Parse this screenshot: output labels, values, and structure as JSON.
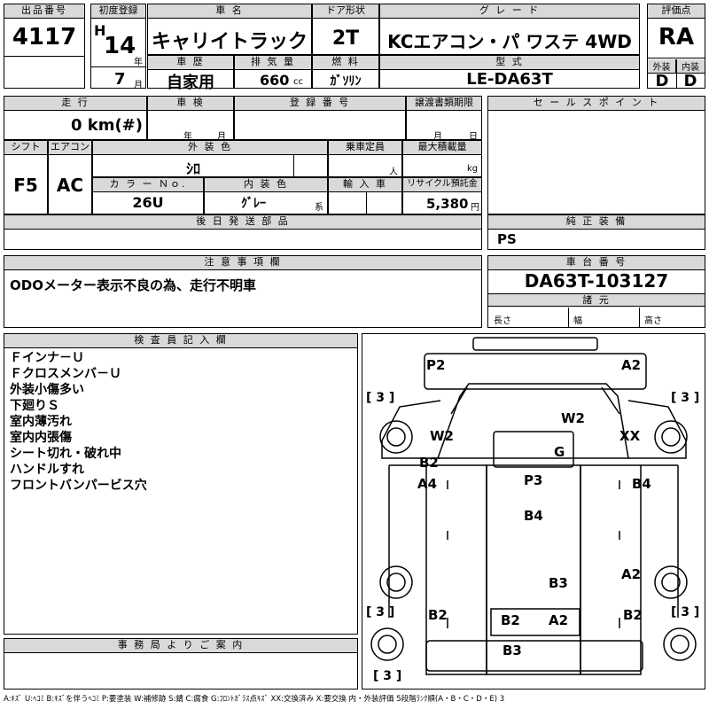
{
  "header": {
    "lot_label": "出品番号",
    "lot_no": "4117",
    "first_reg_label": "初度登録",
    "era": "H",
    "year": "14",
    "year_unit": "年",
    "month": "7",
    "month_unit": "月",
    "car_name_label": "車 名",
    "car_name": "キャリイトラック",
    "door_label": "ドア形状",
    "door": "2T",
    "grade_label": "グ レ ー ド",
    "grade": "KCエアコン・パ ワステ 4WD",
    "score_label": "評価点",
    "score": "RA",
    "history_label": "車 歴",
    "history": "自家用",
    "displacement_label": "排 気 量",
    "displacement": "660",
    "displacement_unit": "cc",
    "fuel_label": "燃 料",
    "fuel": "ｶﾞｿﾘﾝ",
    "model_label": "型 式",
    "model": "LE-DA63T",
    "ext_label": "外装",
    "ext": "D",
    "int_label": "内装",
    "int": "D"
  },
  "row2": {
    "mileage_label": "走 行",
    "mileage": "0 km(#)",
    "inspection_label": "車 検",
    "insp_year": "年",
    "insp_month": "月",
    "reg_label": "登 録 番 号",
    "transfer_label": "譲渡書類期限",
    "tr_month": "月",
    "tr_day": "日",
    "shift_label": "シフト",
    "shift": "F5",
    "ac_label": "エアコン",
    "ac": "AC",
    "color_label": "外 装 色",
    "color": "ｼﾛ",
    "capacity_label": "乗車定員",
    "capacity_unit": "人",
    "load_label": "最大積載量",
    "load_unit": "kg",
    "color_no_label": "カ ラ ー Ｎｏ.",
    "color_no": "26U",
    "interior_label": "内 装 色",
    "interior": "ｸﾞﾚｰ",
    "interior_suffix": "系",
    "import_label": "輸 入 車",
    "recycle_label": "リサイクル預託金",
    "recycle": "5,380",
    "recycle_unit": "円",
    "later_label": "後 日 発 送 部 品"
  },
  "sales": {
    "label": "セ ー ル ス ポ イ ン ト"
  },
  "equip": {
    "label": "純 正 装 備",
    "value": "PS"
  },
  "caution": {
    "label": "注 意 事 項 欄",
    "text": "ODOメーター表示不良の為、走行不明車"
  },
  "chassis": {
    "label": "車 台 番 号",
    "value": "DA63T-103127",
    "dims_label": "諸 元",
    "len": "長さ",
    "wid": "幅",
    "hgt": "高さ"
  },
  "inspector": {
    "label": "検 査 員 記 入 欄",
    "lines": [
      "Ｆインナ－Ｕ",
      "Ｆクロスメンバ－Ｕ",
      "外装小傷多い",
      "下廻りＳ",
      "室内薄汚れ",
      "室内内張傷",
      "シート切れ・破れ中",
      "ハンドルすれ",
      "フロントバンパービス穴"
    ]
  },
  "office": {
    "label": "事 務 局 よ り ご 案 内"
  },
  "diagram": {
    "marks": {
      "p2": "P2",
      "a2_top": "A2",
      "w2_right": "W2",
      "w2_left": "W2",
      "xx": "XX",
      "g": "G",
      "b2_left": "B2",
      "a4": "A4",
      "p3": "P3",
      "b4_right": "B4",
      "b4_mid": "B4",
      "a2_right": "A2",
      "b3_mid": "B3",
      "b2_bl": "B2",
      "b2_bc": "B2",
      "a2_bc": "A2",
      "b2_br": "B2",
      "b3_bottom": "B3"
    },
    "tire": "[ 3 ]"
  },
  "legend": "A:ｷｽﾞ U:ﾍｺﾐ B:ｷｽﾞを伴うﾍｺﾐ P:要塗装 W:補修跡 S:錆 C:腐食 G:ﾌﾛﾝﾄｶﾞﾗｽ点ｷｽﾞ XX:交換済み X:要交換 内・外装評価 5段階ﾗﾝｸ順(A・B・C・D・E) 3"
}
